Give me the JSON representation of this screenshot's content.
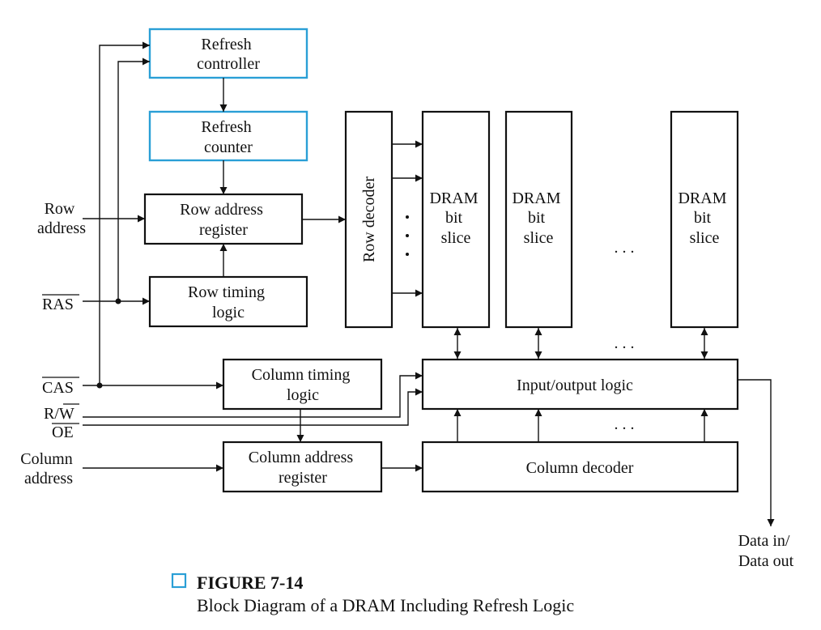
{
  "blocks": {
    "refresh_controller": [
      "Refresh",
      "controller"
    ],
    "refresh_counter": [
      "Refresh",
      "counter"
    ],
    "row_address_register": [
      "Row address",
      "register"
    ],
    "row_timing_logic": [
      "Row timing",
      "logic"
    ],
    "row_decoder": "Row decoder",
    "dram_bit_slice": [
      "DRAM",
      "bit",
      "slice"
    ],
    "column_timing_logic": [
      "Column timing",
      "logic"
    ],
    "column_address_register": [
      "Column address",
      "register"
    ],
    "input_output_logic": "Input/output logic",
    "column_decoder": "Column decoder"
  },
  "signals": {
    "row_address": [
      "Row",
      "address"
    ],
    "ras": "RAS",
    "cas": "CAS",
    "r_w": {
      "r": "R/",
      "w": "W"
    },
    "oe": "OE",
    "column_address": [
      "Column",
      "address"
    ],
    "data": [
      "Data in/",
      "Data out"
    ]
  },
  "ellipsis": ". . .",
  "caption": {
    "title": "FIGURE 7-14",
    "subtitle": "Block Diagram of a DRAM Including Refresh Logic",
    "accent_color": "#2a9fd6"
  }
}
